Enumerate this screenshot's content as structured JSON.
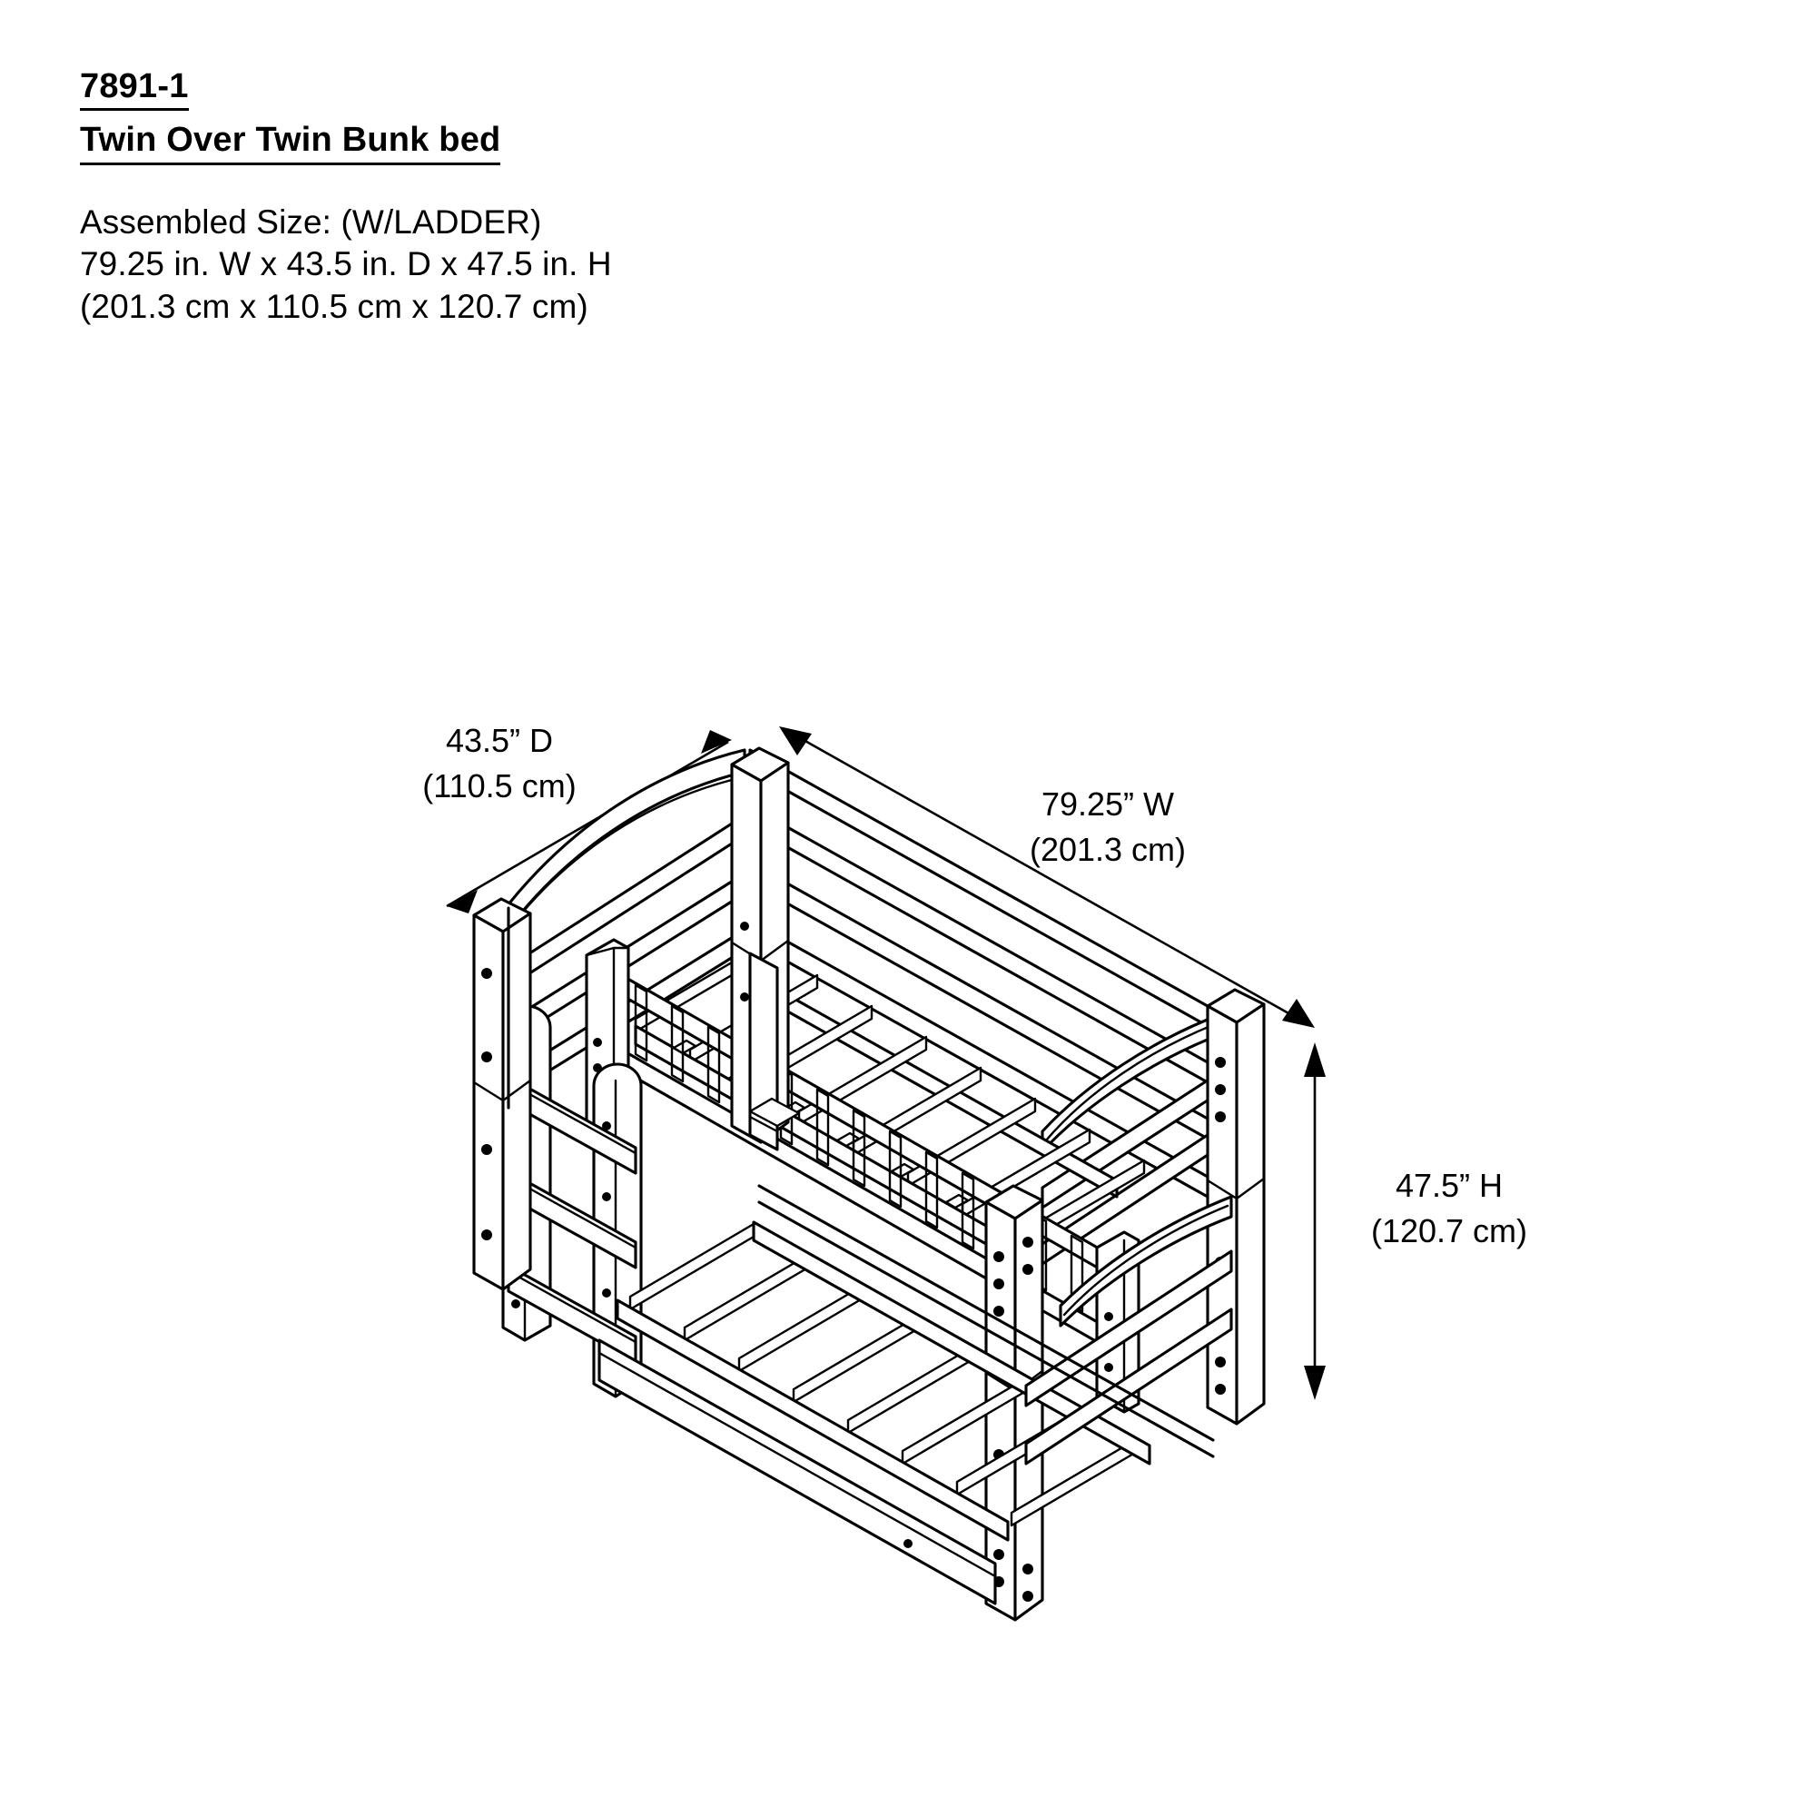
{
  "document": {
    "model_number": "7891-1",
    "product_name": "Twin Over Twin Bunk bed",
    "spec_heading": "Assembled Size: (W/LADDER)",
    "spec_inches": "79.25 in. W x 43.5 in. D x 47.5 in. H",
    "spec_centimeters": "(201.3 cm x 110.5 cm x 120.7 cm)"
  },
  "dimensions": {
    "depth": {
      "imperial": "43.5” D",
      "metric": "(110.5 cm)"
    },
    "width": {
      "imperial": "79.25” W",
      "metric": "(201.3 cm)"
    },
    "height": {
      "imperial": "47.5” H",
      "metric": "(120.7 cm)"
    }
  },
  "illustration": {
    "type": "isometric-line-drawing",
    "subject": "twin-over-twin-bunk-bed-with-ladder",
    "stroke_color": "#000000",
    "fill_color": "#ffffff",
    "background_color": "#ffffff"
  },
  "chart_data": {
    "type": "table",
    "title": "Assembled Size: (W/LADDER)",
    "categories": [
      "Width",
      "Depth",
      "Height"
    ],
    "values_in": [
      79.25,
      43.5,
      47.5
    ],
    "values_cm": [
      201.3,
      110.5,
      120.7
    ],
    "labels_in": [
      "79.25” W",
      "43.5” D",
      "47.5” H"
    ],
    "labels_cm": [
      "(201.3 cm)",
      "(110.5 cm)",
      "(120.7 cm)"
    ],
    "xlabel": "",
    "ylabel": ""
  }
}
